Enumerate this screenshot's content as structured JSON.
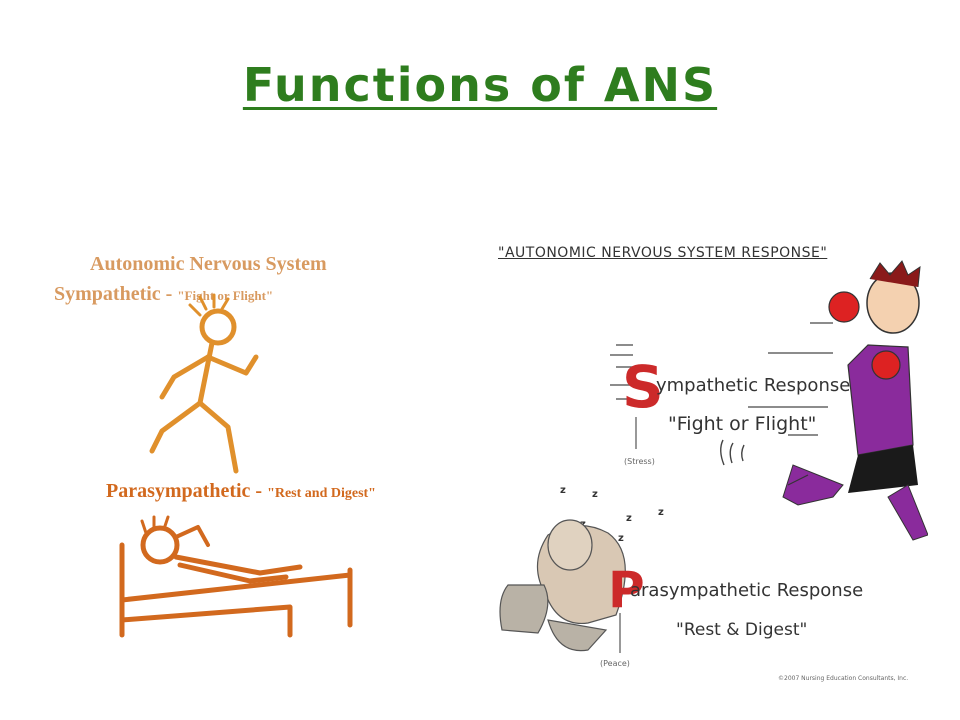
{
  "slide": {
    "title": "Functions of ANS",
    "title_color": "#2e7d1e"
  },
  "left_panel": {
    "heading": "Autonomic Nervous System",
    "sympathetic_label": "Sympathetic - ",
    "sympathetic_quote": "\"Fight or Flight\"",
    "parasympathetic_label": "Parasympathetic - ",
    "parasympathetic_quote": "\"Rest and Digest\"",
    "figure_color": "#e0902c",
    "bed_color": "#d2691e"
  },
  "right_panel": {
    "heading": "\"AUTONOMIC NERVOUS SYSTEM RESPONSE\"",
    "s_letter": "S",
    "sympathetic_response": "ympathetic Response",
    "fight_flight": "\"Fight or Flight\"",
    "stress_note": "(Stress)",
    "p_letter": "P",
    "parasympathetic_response": "arasympathetic Response",
    "rest_digest": "\"Rest & Digest\"",
    "peace_note": "(Peace)",
    "zzz": "z",
    "copyright": "©2007 Nursing Education Consultants, Inc.",
    "letter_color": "#cc2a2a"
  }
}
